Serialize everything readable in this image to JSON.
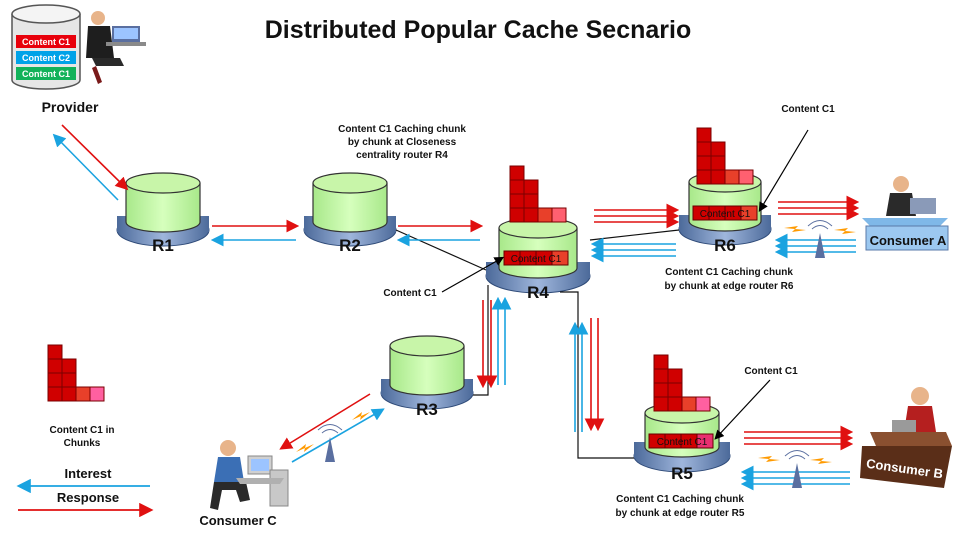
{
  "title": "Distributed Popular Cache Secnario",
  "provider": {
    "label": "Provider",
    "items": [
      "Content C1",
      "Content C2",
      "Content C1"
    ],
    "item_colors": [
      "#e8000b",
      "#00a2e8",
      "#12b25a"
    ]
  },
  "routers": {
    "r1": "R1",
    "r2": "R2",
    "r3": "R3",
    "r4": "R4",
    "r5": "R5",
    "r6": "R6"
  },
  "cache_labels": {
    "r4": "Content C1",
    "r5": "Content C1",
    "r6": "Content C1"
  },
  "callouts": {
    "r4_top": [
      "Content C1 Caching chunk",
      "by chunk at Closeness",
      "centrality router R4"
    ],
    "r4_side": "Content C1",
    "r6_top": "Content C1",
    "r6_bottom": [
      "Content C1 Caching chunk",
      "by chunk at edge router R6"
    ],
    "r5_top": "Content C1",
    "r5_bottom": [
      "Content C1 Caching chunk",
      "by chunk at edge router R5"
    ]
  },
  "consumers": {
    "a": "Consumer A",
    "b": "Consumer B",
    "c": "Consumer C"
  },
  "legend": {
    "chunks_caption": [
      "Content C1 in",
      "Chunks"
    ],
    "interest": "Interest",
    "response": "Response",
    "interest_color": "#1aa3e0",
    "response_color": "#e01010"
  }
}
